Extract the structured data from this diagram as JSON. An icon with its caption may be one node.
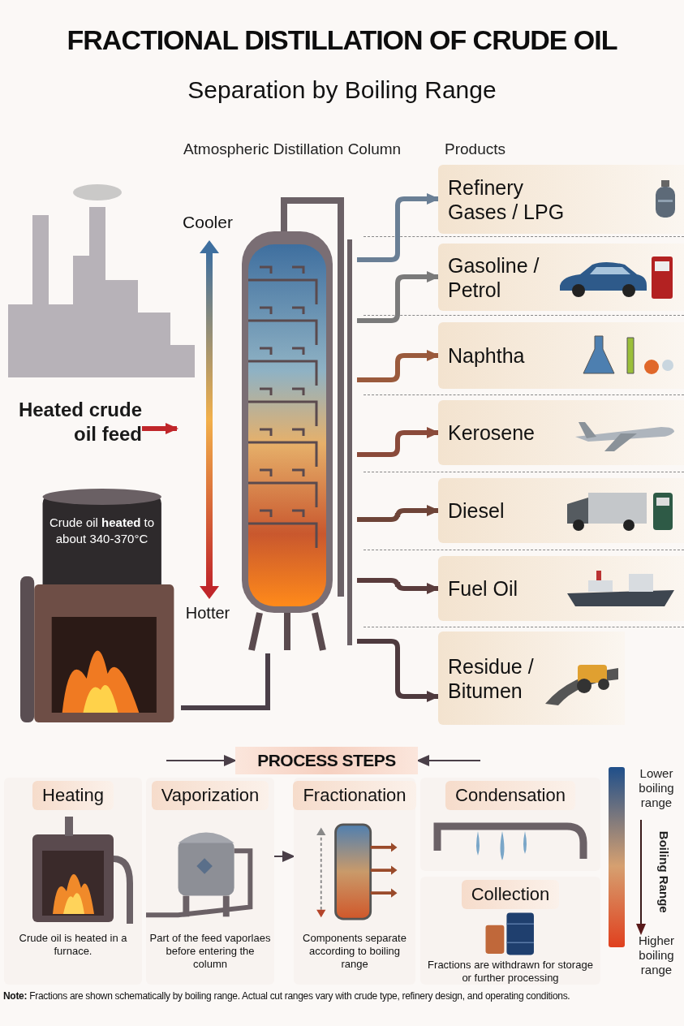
{
  "diagram": {
    "title": "FRACTIONAL DISTILLATION OF CRUDE OIL",
    "nodes": [
      {
        "text": [],
        "shape": "cylinder"
      },
      {
        "text": [
          "Crude oil **heated** to about 340-370°C"
        ]
      },
      {
        "text": [
          "Heated crude oil feed"
        ]
      },
      {
        "text": [
          "Refinery Gases / LPG"
        ]
      },
      {
        "text": [
          "Gasoline / Petrol"
        ]
      },
      {
        "text": [
          "Naphtha"
        ]
      },
      {
        "text": [
          "Kerosene"
        ]
      },
      {
        "text": [
          "Diesel"
        ]
      },
      {
        "text": [
          "Fuel Oil"
        ]
      },
      {
        "text": [
          "Residue / Bitumen"
        ]
      },
      {
        "text": [
          "PROCESS STEPS"
        ]
      },
      {
        "text": [
          "Heating",
          "Crude oil is heated in a furnace."
        ]
      },
      {
        "text": [
          "Vaporization",
          "Part of the feed vaporlaes before entering the column"
        ]
      },
      {
        "text": [
          "Fractionation",
          "Components separate according to boiling range"
        ]
      },
      {
        "text": [
          "Condensation"
        ]
      },
      {
        "text": [
          "Collection",
          "Fractions are withdrawn for storage or further processing"
        ]
      },
      {
        "text": [
          "Cooler",
          "Hotter"
        ]
      }
    ],
    "edges": [
      {
        "from": 1,
        "to": 0,
        "arrow": "none"
      },
      {
        "from": 2,
        "to": 16,
        "arrow": "to",
        "color": "#c0262a"
      },
      {
        "from": 0,
        "to": 3,
        "arrow": "to"
      },
      {
        "from": 0,
        "to": 4,
        "arrow": "to"
      },
      {
        "from": 0,
        "to": 5,
        "arrow": "to"
      },
      {
        "from": 0,
        "to": 6,
        "arrow": "to"
      },
      {
        "from": 0,
        "to": 7,
        "arrow": "to"
      },
      {
        "from": 0,
        "to": 8,
        "arrow": "to"
      },
      {
        "from": 0,
        "to": 9,
        "arrow": "to"
      },
      {
        "from": null,
        "to": 10,
        "arrow": "to"
      },
      {
        "from": null,
        "to": 10,
        "arrow": "to"
      },
      {
        "from": 12,
        "to": 13,
        "arrow": "to"
      }
    ],
    "labels": [
      "Separation by Boiling Range",
      "Atmospheric Distillation Column",
      "Products",
      "Lower boiling range",
      "Boiling Range",
      "Higher boiling range",
      "**Note:** Fractions are shown schematically by boiling range. Actual cut ranges vary with crude type, refinery design, and operating conditions."
    ]
  }
}
